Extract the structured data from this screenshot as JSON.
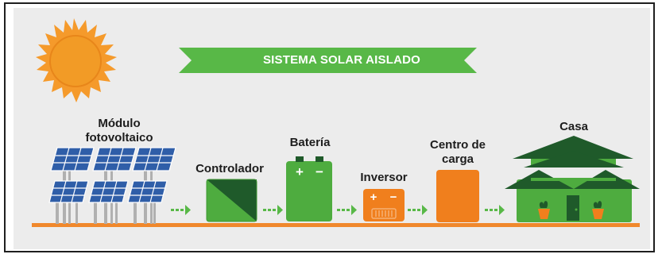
{
  "title": "SISTEMA SOLAR AISLADO",
  "components": {
    "modulo": {
      "line1": "Módulo",
      "line2": "fotovoltaico"
    },
    "controlador": "Controlador",
    "bateria": "Batería",
    "inversor": "Inversor",
    "centro": {
      "line1": "Centro de",
      "line2": "carga"
    },
    "casa": "Casa"
  },
  "battery_terminals": {
    "plus": "+",
    "minus": "−"
  },
  "colors": {
    "background": "#ececec",
    "sun_body": "#f29b26",
    "sun_rays": "#f59a2b",
    "banner": "#58b847",
    "panel_blue": "#2f5ea8",
    "green": "#4eac3f",
    "dark_green": "#1f5a2a",
    "orange": "#f07f1d",
    "ground": "#f0882c"
  },
  "icons": [
    "sun-icon",
    "arrow-right-icon",
    "solar-panel-icon",
    "controller-icon",
    "battery-icon",
    "inverter-icon",
    "load-center-icon",
    "house-icon"
  ]
}
